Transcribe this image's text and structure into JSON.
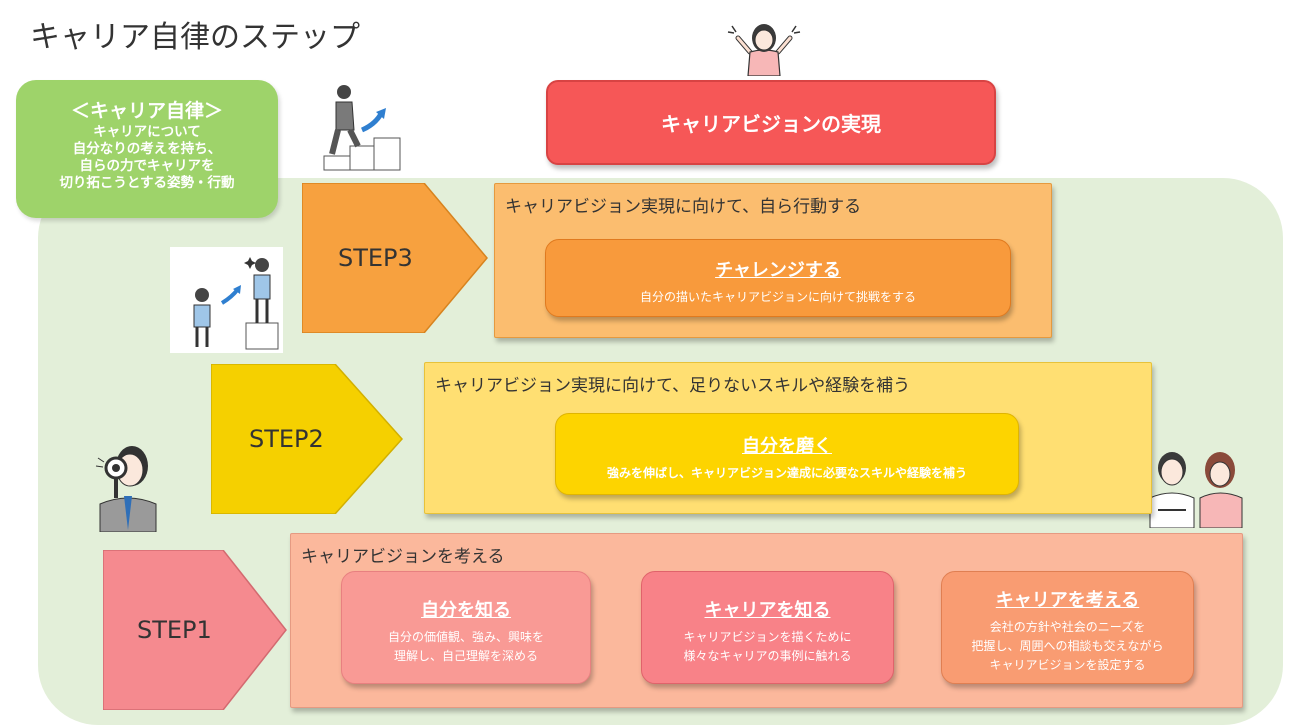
{
  "title": "キャリア自律のステップ",
  "autonomy": {
    "heading": "＜キャリア自律＞",
    "lines": [
      "キャリアについて",
      "自分なりの考えを持ち、",
      "自らの力でキャリアを",
      "切り拓こうとする姿勢・行動"
    ]
  },
  "goal": "キャリアビジョンの実現",
  "step3": {
    "label": "STEP3",
    "header": "キャリアビジョン実現に向けて、自ら行動する",
    "box": {
      "title": "チャレンジする",
      "desc": "自分の描いたキャリアビジョンに向けて挑戦をする"
    }
  },
  "step2": {
    "label": "STEP2",
    "header": "キャリアビジョン実現に向けて、足りないスキルや経験を補う",
    "box": {
      "title": "自分を磨く",
      "desc": "強みを伸ばし、キャリアビジョン達成に必要なスキルや経験を補う"
    }
  },
  "step1": {
    "label": "STEP1",
    "header": "キャリアビジョンを考える",
    "boxes": [
      {
        "title": "自分を知る",
        "lines": [
          "自分の価値観、強み、興味を",
          "理解し、自己理解を深める"
        ]
      },
      {
        "title": "キャリアを知る",
        "lines": [
          "キャリアビジョンを描くために",
          "様々なキャリアの事例に触れる"
        ]
      },
      {
        "title": "キャリアを考える",
        "lines": [
          "会社の方針や社会のニーズを",
          "把握し、周囲への相談も交えながら",
          "キャリアビジョンを設定する"
        ]
      }
    ]
  },
  "colors": {
    "background_panel": "#e3efd9",
    "autonomy": "#9ed36a",
    "goal": "#f65757",
    "step3": "#f7a13f",
    "step2": "#f5d000",
    "step1": "#f58a8f"
  },
  "icons": [
    "cheering-woman-icon",
    "climbing-stairs-man-icon",
    "growth-women-icon",
    "magnifier-man-icon",
    "thinking-couple-icon"
  ]
}
